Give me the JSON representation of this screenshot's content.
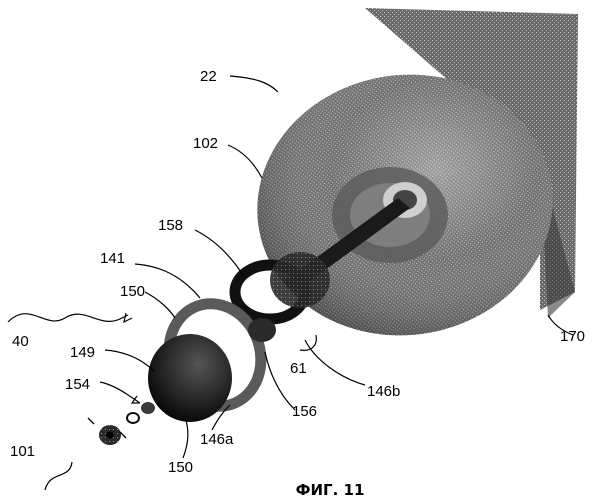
{
  "figure": {
    "caption": "ФИГ. 11",
    "labels": {
      "l22": "22",
      "l102": "102",
      "l158": "158",
      "l141": "141",
      "l150_top": "150",
      "l40": "40",
      "l149": "149",
      "l154": "154",
      "l101": "101",
      "l150_bottom": "150",
      "l146a": "146a",
      "l156": "156",
      "l146b": "146b",
      "l61": "61",
      "l170": "170"
    }
  }
}
